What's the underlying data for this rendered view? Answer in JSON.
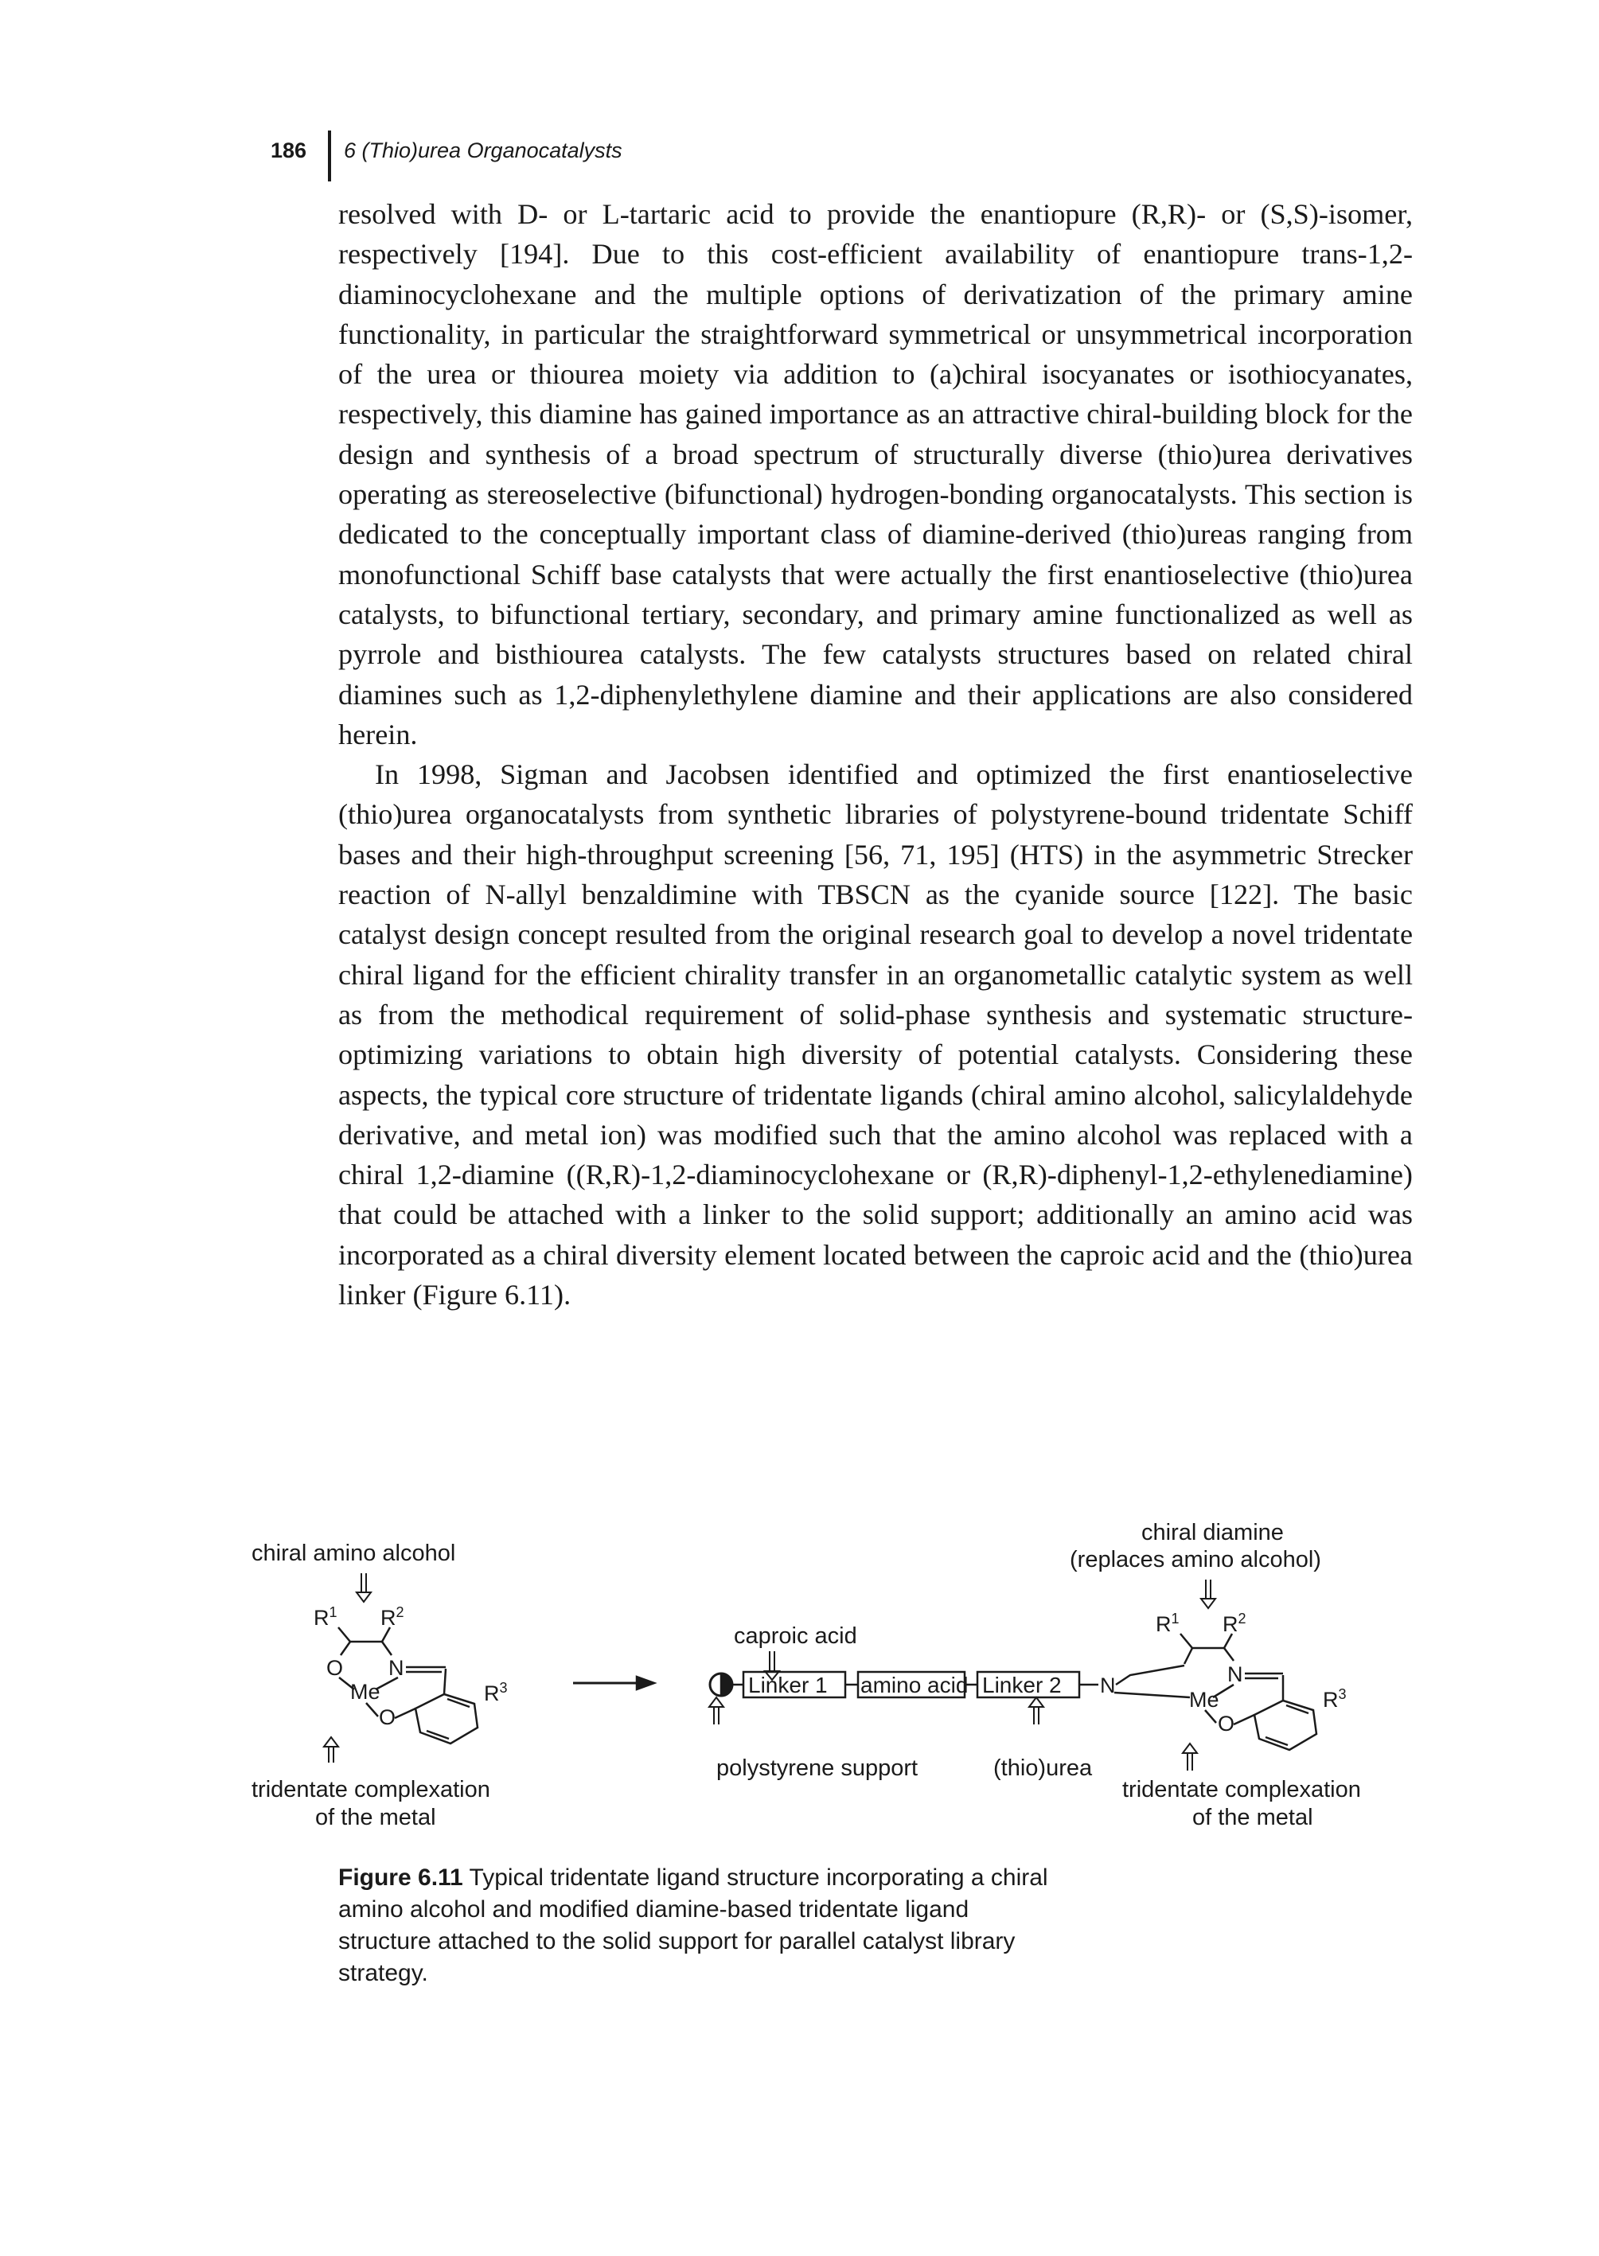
{
  "header": {
    "page_number": "186",
    "chapter_title": "6 (Thio)urea Organocatalysts"
  },
  "paragraphs": [
    "resolved with D- or L-tartaric acid to provide the enantiopure (R,R)- or (S,S)-isomer, respectively [194]. Due to this cost-efficient availability of enantiopure trans-1,2-diaminocyclohexane and the multiple options of derivatization of the primary amine functionality, in particular the straightforward symmetrical or unsymmetrical incorporation of the urea or thiourea moiety via addition to (a)chiral isocyanates or isothiocyanates, respectively, this diamine has gained importance as an attractive chiral-building block for the design and synthesis of a broad spectrum of structurally diverse (thio)urea derivatives operating as stereoselective (bifunctional) hydrogen-bonding organocatalysts. This section is dedicated to the conceptually important class of diamine-derived (thio)ureas ranging from monofunctional Schiff base catalysts that were actually the first enantioselective (thio)urea catalysts, to bifunctional tertiary, secondary, and primary amine functionalized as well as pyrrole and bisthiourea catalysts. The few catalysts structures based on related chiral diamines such as 1,2-diphenylethylene diamine and their applications are also considered herein.",
    "In 1998, Sigman and Jacobsen identified and optimized the first enantioselective (thio)urea organocatalysts from synthetic libraries of polystyrene-bound tridentate Schiff bases and their high-throughput screening [56, 71, 195] (HTS) in the asymmetric Strecker reaction of N-allyl benzaldimine with TBSCN as the cyanide source [122]. The basic catalyst design concept resulted from the original research goal to develop a novel tridentate chiral ligand for the efficient chirality transfer in an organometallic catalytic system as well as from the methodical requirement of solid-phase synthesis and systematic structure-optimizing variations to obtain high diversity of potential catalysts. Considering these aspects, the typical core structure of tridentate ligands (chiral amino alcohol, salicylaldehyde derivative, and metal ion) was modified such that the amino alcohol was replaced with a chiral 1,2-diamine ((R,R)-1,2-diaminocyclohexane or (R,R)-diphenyl-1,2-ethylenediamine) that could be attached with a linker to the solid support; additionally an amino acid was incorporated as a chiral diversity element located between the caproic acid and the (thio)urea linker (Figure 6.11)."
  ],
  "figure": {
    "left": {
      "top_label": "chiral amino alcohol",
      "r1": "R",
      "r1_sup": "1",
      "r2": "R",
      "r2_sup": "2",
      "r3": "R",
      "r3_sup": "3",
      "atom_o": "O",
      "atom_o2": "O",
      "atom_n": "N",
      "atom_me": "Me",
      "bottom_label_1": "tridentate complexation",
      "bottom_label_2": "of the metal"
    },
    "middle": {
      "caproic_label": "caproic acid",
      "linker1": "Linker 1",
      "amino_acid": "amino acid",
      "linker2": "Linker 2",
      "support_label": "polystyrene support",
      "thiourea_label": "(thio)urea"
    },
    "right": {
      "top_label_1": "chiral diamine",
      "top_label_2": "(replaces amino alcohol)",
      "r1": "R",
      "r1_sup": "1",
      "r2": "R",
      "r2_sup": "2",
      "r3": "R",
      "r3_sup": "3",
      "atom_n1": "N",
      "atom_n2": "N",
      "atom_o": "O",
      "atom_me": "Me",
      "bottom_label_1": "tridentate complexation",
      "bottom_label_2": "of the metal"
    }
  },
  "caption": {
    "label": "Figure 6.11",
    "text": "Typical tridentate ligand structure incorporating a chiral amino alcohol and modified diamine-based tridentate ligand structure attached to the solid support for parallel catalyst library strategy."
  }
}
